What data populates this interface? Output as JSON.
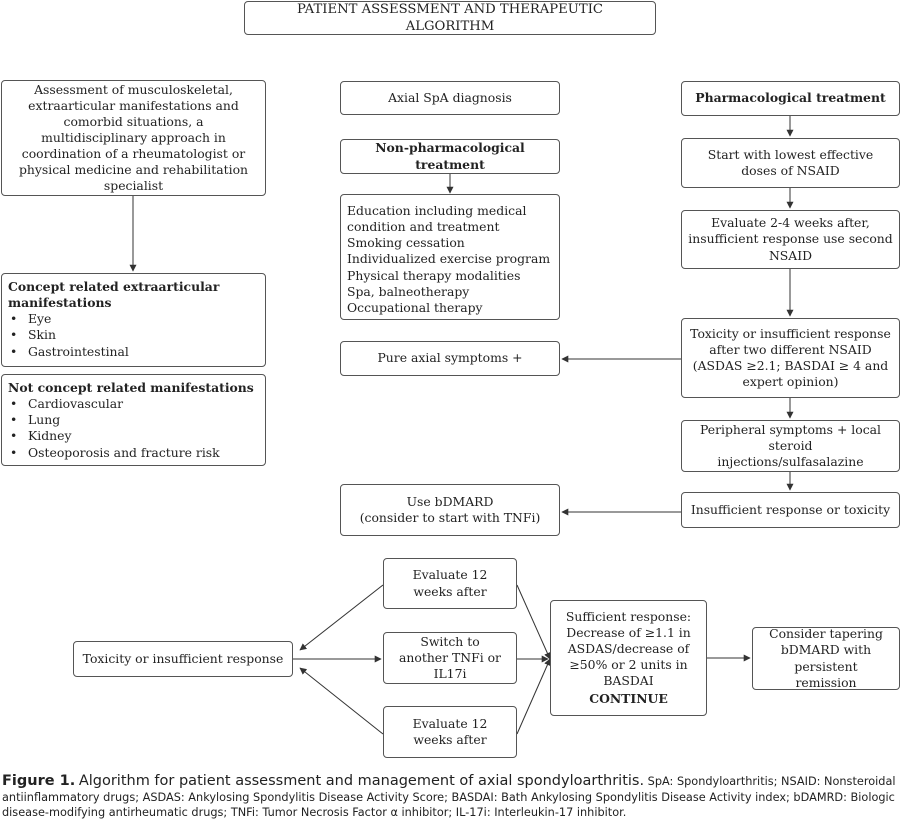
{
  "title": "PATIENT ASSESSMENT AND THERAPEUTIC ALGORITHM",
  "left": {
    "assessment": "Assessment of musculoskeletal, extraarticular manifestations and comorbid situations, a multidisciplinary approach in coordination of a rheumatologist or physical medicine and rehabilitation specialist",
    "concept_heading": "Concept related extraarticular manifestations",
    "concept_items": [
      "Eye",
      "Skin",
      "Gastrointestinal"
    ],
    "not_concept_heading": "Not concept related manifestations",
    "not_concept_items": [
      "Cardiovascular",
      "Lung",
      "Kidney",
      "Osteoporosis and fracture risk"
    ]
  },
  "middle": {
    "diagnosis": "Axial SpA diagnosis",
    "nonpharm_heading": "Non-pharmacological treatment",
    "nonpharm_items": [
      "Education including medical condition and treatment",
      "Smoking cessation",
      "Individualized exercise program",
      "Physical therapy modalities",
      "Spa, balneotherapy",
      "Occupational therapy"
    ],
    "pure_axial": "Pure axial symptoms +",
    "bdmard_line1": "Use bDMARD",
    "bdmard_line2": "(consider to start with TNFi)"
  },
  "right": {
    "pharm_heading": "Pharmacological treatment",
    "nsaid_start": "Start with lowest effective doses of NSAID",
    "evaluate_2_4": "Evaluate 2-4 weeks after, insufficient response use second NSAID",
    "toxicity_two_nsaid": "Toxicity or insufficient response after two different NSAID (ASDAS ≥2.1; BASDAI ≥ 4 and expert opinion)",
    "peripheral": "Peripheral symptoms + local steroid injections/sulfasalazine",
    "insufficient": "Insufficient response or toxicity"
  },
  "bottom": {
    "toxicity": "Toxicity or insufficient response",
    "evaluate_top": "Evaluate 12 weeks after",
    "switch": "Switch to another TNFi or IL17i",
    "evaluate_bottom": "Evaluate 12 weeks after",
    "sufficient_text": "Sufficient response: Decrease of ≥1.1 in ASDAS/decrease of ≥50% or 2 units in BASDAI",
    "continue": "CONTINUE",
    "tapering": "Consider tapering bDMARD with persistent remission"
  },
  "caption": {
    "label": "Figure 1.",
    "title": "Algorithm for patient assessment and management of axial spondyloarthritis.",
    "abbreviations": "SpA: Spondyloarthritis; NSAID: Nonsteroidal antiinflammatory drugs; ASDAS: Ankylosing Spondylitis Disease Activity Score; BASDAI: Bath Ankylosing Spondylitis Disease Activity index; bDAMRD: Biologic disease-modifying antirheumatic drugs; TNFi: Tumor Necrosis Factor α inhibitor; IL-17i: Interleukin-17 inhibitor."
  },
  "colors": {
    "border": "#555555",
    "arrow": "#333333",
    "text": "#222222"
  }
}
